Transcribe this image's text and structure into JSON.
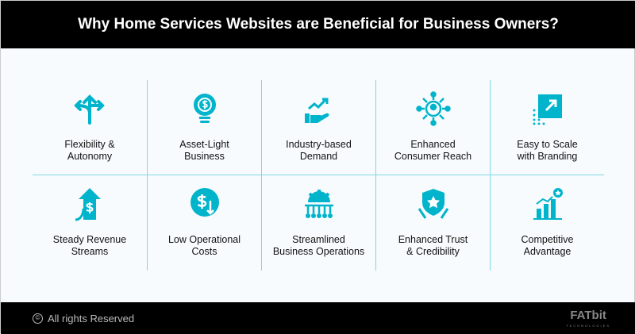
{
  "header": {
    "title": "Why Home Services Websites are Beneficial for Business Owners?"
  },
  "items": [
    {
      "label1": "Flexibility &",
      "label2": "Autonomy",
      "icon": "split-arrows-icon"
    },
    {
      "label1": "Asset-Light",
      "label2": "Business",
      "icon": "lightbulb-dollar-icon"
    },
    {
      "label1": "Industry-based",
      "label2": "Demand",
      "icon": "hand-growth-icon"
    },
    {
      "label1": "Enhanced",
      "label2": "Consumer Reach",
      "icon": "network-user-icon"
    },
    {
      "label1": "Easy to Scale",
      "label2": "with Branding",
      "icon": "scale-up-icon"
    },
    {
      "label1": "Steady Revenue",
      "label2": "Streams",
      "icon": "revenue-arrow-icon"
    },
    {
      "label1": "Low Operational",
      "label2": "Costs",
      "icon": "dollar-down-icon"
    },
    {
      "label1": "Streamlined",
      "label2": "Business Operations",
      "icon": "gear-network-icon"
    },
    {
      "label1": "Enhanced Trust",
      "label2": "& Credibility",
      "icon": "shield-star-icon"
    },
    {
      "label1": "Competitive",
      "label2": "Advantage",
      "icon": "bar-star-icon"
    }
  ],
  "footer": {
    "copyright": "All rights Reserved",
    "logo": "FATbit",
    "logo_sub": "TECHNOLOGIES"
  },
  "colors": {
    "accent": "#00b4cc"
  }
}
